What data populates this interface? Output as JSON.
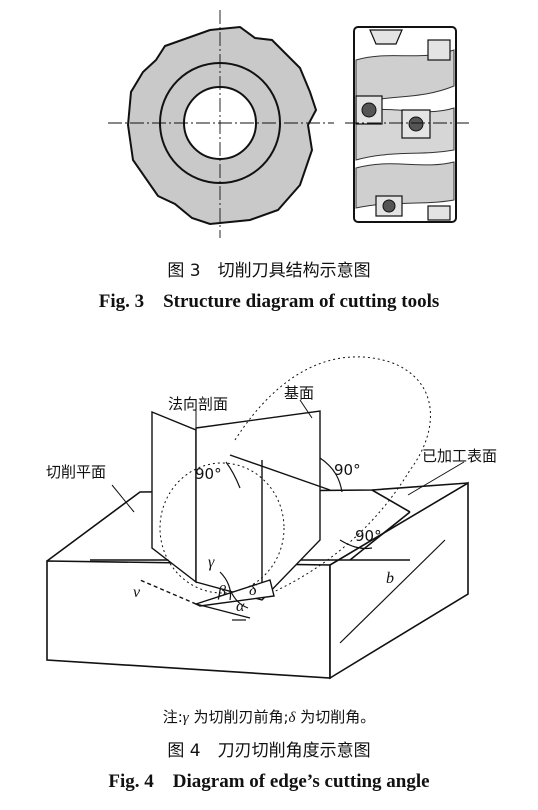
{
  "fig3": {
    "caption_cn": "图 3　切削刀具结构示意图",
    "caption_en": "Fig. 3　Structure diagram of cutting tools"
  },
  "fig4": {
    "labels": {
      "normal_plane": "法向剖面",
      "base_plane": "基面",
      "cutting_plane": "切削平面",
      "machined_surface": "已加工表面",
      "angle_90_a": "90°",
      "angle_90_b": "90°",
      "angle_90_c": "90°",
      "b": "b",
      "v": "v",
      "gamma": "γ",
      "beta": "β",
      "delta": "δ",
      "alpha": "α"
    },
    "note_prefix": "注:",
    "note_gamma": "γ",
    "note_mid": " 为切削刃前角;",
    "note_delta": "δ",
    "note_suffix": " 为切削角。",
    "caption_cn": "图 4　刀刃切削角度示意图",
    "caption_en": "Fig. 4　Diagram of edge’s cutting angle"
  }
}
